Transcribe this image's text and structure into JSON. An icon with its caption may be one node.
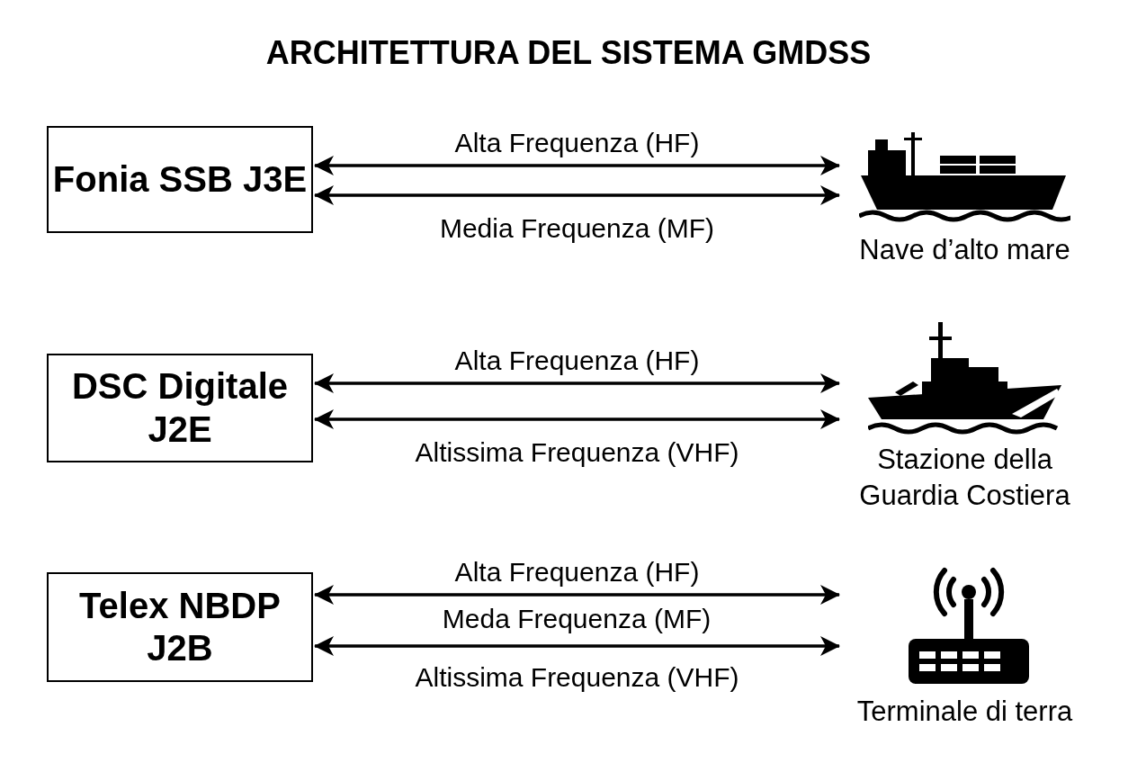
{
  "diagram": {
    "title": "ARCHITETTURA DEL SISTEMA GMDSS",
    "nodes": [
      {
        "text": [
          "Fonia SSB J3E"
        ]
      },
      {
        "text": [
          "Nave d’alto mare"
        ]
      },
      {
        "text": [
          "DSC Digitale J2E"
        ]
      },
      {
        "text": [
          "Stazione della Guardia Costiera"
        ]
      },
      {
        "text": [
          "Telex NBDP J2B"
        ]
      },
      {
        "text": [
          "Terminale di terra"
        ]
      }
    ],
    "edges": [
      {
        "from": 0,
        "to": 1,
        "arrow": "both",
        "label": "Alta Frequenza (HF)"
      },
      {
        "from": 0,
        "to": 1,
        "arrow": "both",
        "label": "Media Frequenza (MF)"
      },
      {
        "from": 2,
        "to": 3,
        "arrow": "both",
        "label": "Alta Frequenza (HF)"
      },
      {
        "from": 2,
        "to": 3,
        "arrow": "both",
        "label": "Altissima Frequenza (VHF)"
      },
      {
        "from": 4,
        "to": 5,
        "arrow": "both",
        "label": "Alta Frequenza (HF)"
      },
      {
        "from": 4,
        "to": 5,
        "arrow": "both",
        "label": "Altissima Frequenza (VHF)"
      }
    ],
    "labels": [
      "Meda Frequenza (MF)"
    ]
  }
}
